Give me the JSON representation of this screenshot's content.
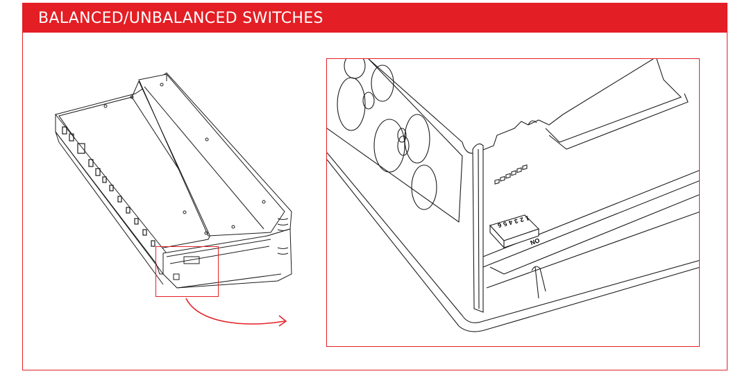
{
  "header": {
    "title": "BALANCED/UNBALANCED SWITCHES"
  },
  "colors": {
    "accent": "#e31e24",
    "line": "#1a1a1a",
    "background": "#ffffff"
  },
  "detail": {
    "dip_switch": {
      "on_label": "ON",
      "position_numbers": [
        "1",
        "2",
        "3",
        "4",
        "5",
        "6"
      ]
    }
  },
  "icons": {
    "arrow": "curved-arrow-icon"
  }
}
